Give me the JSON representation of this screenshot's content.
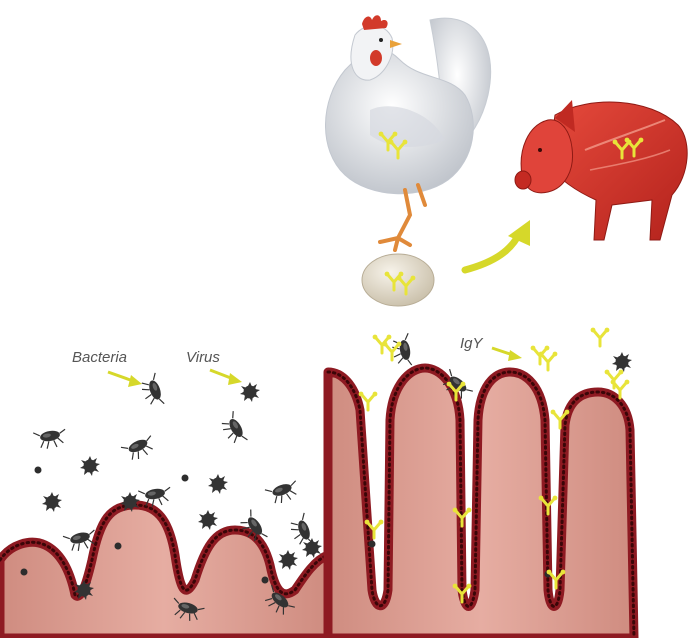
{
  "labels": {
    "bacteria": "Bacteria",
    "virus": "Virus",
    "igy": "IgY"
  },
  "colors": {
    "villus_fill": "#d99a8e",
    "villus_border": "#8e1a22",
    "cell_dot": "#3a0608",
    "igy_yellow": "#e8e43a",
    "arrow_yellow": "#d6d82a",
    "pathogen": "#3a3a3a",
    "pig": "#d8342a",
    "hen": "#e9ebee",
    "egg": "#e6ddca"
  },
  "icons": [
    "hen-icon",
    "egg-icon",
    "pig-icon",
    "bacteria-icon",
    "virus-icon",
    "igy-antibody-icon"
  ]
}
